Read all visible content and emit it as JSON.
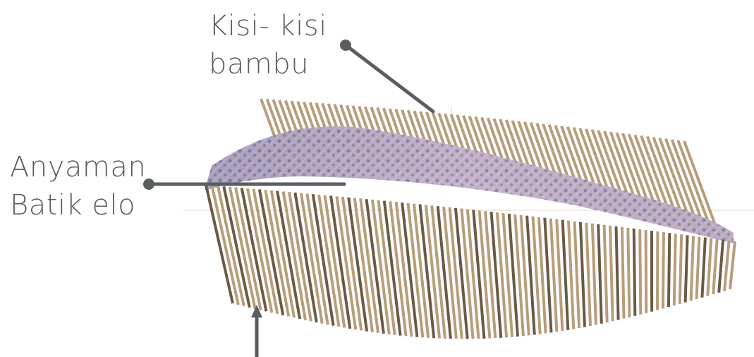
{
  "labels": {
    "kisi_line1": "Kisi- kisi",
    "kisi_line2": "bambu",
    "anyaman_line1": "Anyaman",
    "anyaman_line2": "Batik elo"
  },
  "colors": {
    "label_text": "#5b5e61",
    "leader_line": "#5b5e61",
    "bamboo": "#b79d79",
    "bamboo_dark": "#6b5a45",
    "batik": "#9a90b8"
  },
  "icons": {
    "structure": "bamboo-lattice-structure"
  }
}
